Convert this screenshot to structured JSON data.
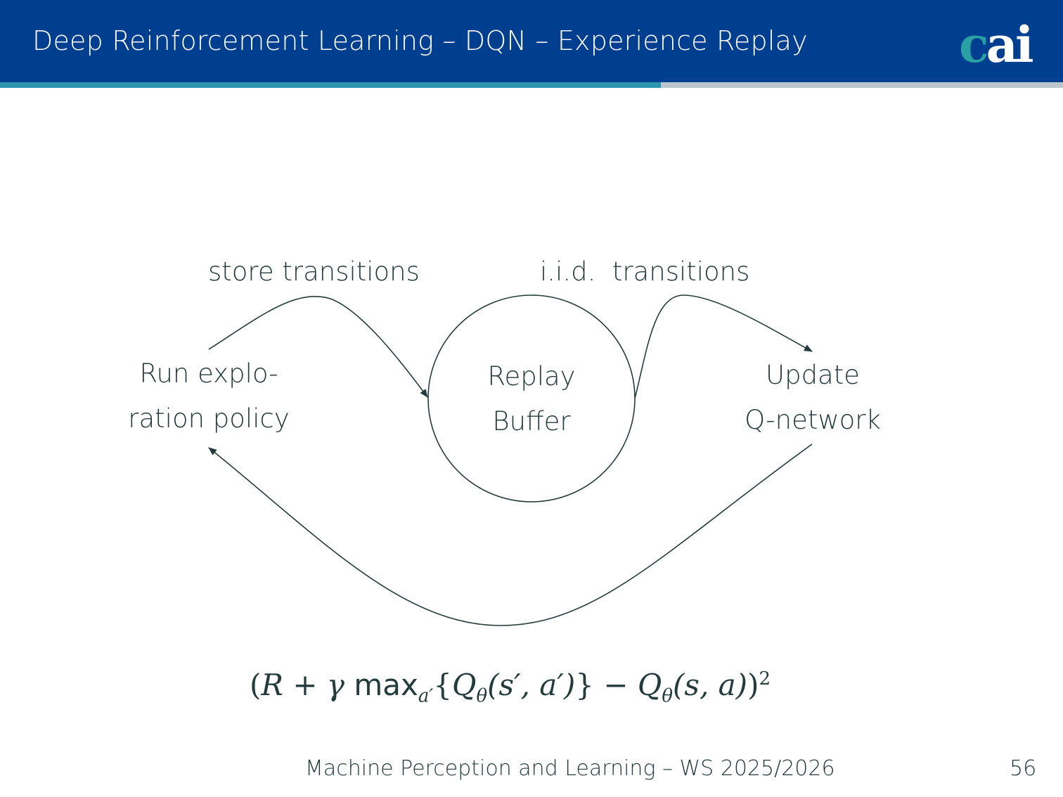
{
  "header": {
    "title": "Deep Reinforcement Learning – DQN – Experience Replay",
    "logo": "cai"
  },
  "diagram": {
    "edge_labels": {
      "store": "store transitions",
      "iid": "i.i.d.  transitions"
    },
    "nodes": {
      "run": [
        "Run explo-",
        "ration policy"
      ],
      "buffer": [
        "Replay",
        "Buffer"
      ],
      "update": [
        "Update",
        "Q-network"
      ]
    }
  },
  "formula": {
    "open": "(",
    "R": "R",
    "plus": " + ",
    "gamma": "γ",
    "max": " max",
    "sub_a": "a′",
    "brace_open": "{",
    "Q1": "Q",
    "theta1": "θ",
    "args1": "(s′, a′)",
    "brace_close": "}",
    "minus": " − ",
    "Q2": "Q",
    "theta2": "θ",
    "args2": "(s, a)",
    "close": ")",
    "power": "2"
  },
  "footer": {
    "course": "Machine Perception and Learning – WS 2025/2026",
    "page": "56"
  }
}
